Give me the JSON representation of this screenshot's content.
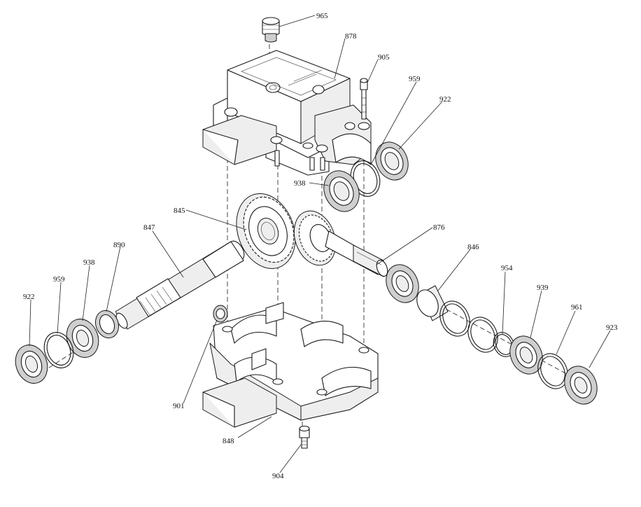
{
  "callouts": [
    {
      "id": "965",
      "text": "965"
    },
    {
      "id": "878",
      "text": "878"
    },
    {
      "id": "905",
      "text": "905"
    },
    {
      "id": "959a",
      "text": "959"
    },
    {
      "id": "922a",
      "text": "922"
    },
    {
      "id": "938a",
      "text": "938"
    },
    {
      "id": "845",
      "text": "845"
    },
    {
      "id": "847",
      "text": "847"
    },
    {
      "id": "876",
      "text": "876"
    },
    {
      "id": "846",
      "text": "846"
    },
    {
      "id": "890",
      "text": "890"
    },
    {
      "id": "938b",
      "text": "938"
    },
    {
      "id": "959b",
      "text": "959"
    },
    {
      "id": "922b",
      "text": "922"
    },
    {
      "id": "954",
      "text": "954"
    },
    {
      "id": "939",
      "text": "939"
    },
    {
      "id": "961",
      "text": "961"
    },
    {
      "id": "923",
      "text": "923"
    },
    {
      "id": "901",
      "text": "901"
    },
    {
      "id": "848",
      "text": "848"
    },
    {
      "id": "904",
      "text": "904"
    }
  ]
}
